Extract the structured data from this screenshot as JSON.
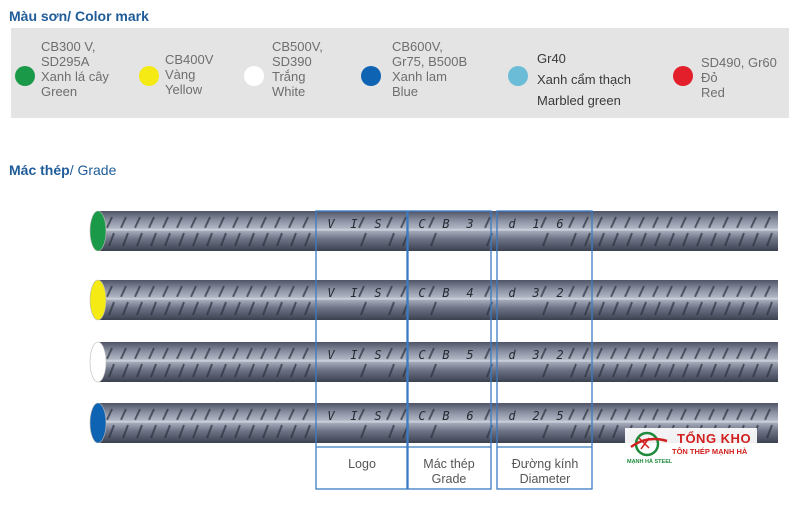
{
  "titles": {
    "color_mark": "Màu sơn/ Color mark",
    "grade_main": "Mác thép",
    "grade_sub": "/ Grade"
  },
  "color_marks": [
    {
      "lines": "CB300 V,\nSD295A\nXanh lá cây\nGreen",
      "color": "#1a9a48"
    },
    {
      "lines": "CB400V\nVàng\nYellow",
      "color": "#f5ea14"
    },
    {
      "lines": "CB500V,\nSD390\nTrắng\nWhite",
      "color": "#ffffff"
    },
    {
      "lines": "CB600V,\nGr75, B500B\nXanh lam\nBlue",
      "color": "#0e63b3"
    },
    {
      "lines": "Gr40\nXanh cẩm thạch\nMarbled green",
      "color": "#6bbcd6"
    },
    {
      "lines": "SD490, Gr60\nĐỏ\nRed",
      "color": "#e21f2a"
    }
  ],
  "rebars": [
    {
      "end_color": "#1a9a48",
      "marks": [
        "V",
        "I",
        "S",
        "C",
        "B",
        "3",
        "d",
        "1",
        "6"
      ]
    },
    {
      "end_color": "#f5ea14",
      "marks": [
        "V",
        "I",
        "S",
        "C",
        "B",
        "4",
        "d",
        "3",
        "2"
      ]
    },
    {
      "end_color": "#ffffff",
      "marks": [
        "V",
        "I",
        "S",
        "C",
        "B",
        "5",
        "d",
        "3",
        "2"
      ]
    },
    {
      "end_color": "#0e63b3",
      "marks": [
        "V",
        "I",
        "S",
        "C",
        "B",
        "6",
        "d",
        "2",
        "5"
      ]
    }
  ],
  "captions": {
    "logo": "Logo",
    "grade": "Mác thép\nGrade",
    "diameter": "Đường kính\nDiameter"
  },
  "brand": {
    "main": "TỔNG KHO",
    "sub": "TÔN THÉP MẠNH HÀ",
    "tag": "MẠNH HÀ STEEL"
  },
  "frame_color": "#3a7bc2"
}
